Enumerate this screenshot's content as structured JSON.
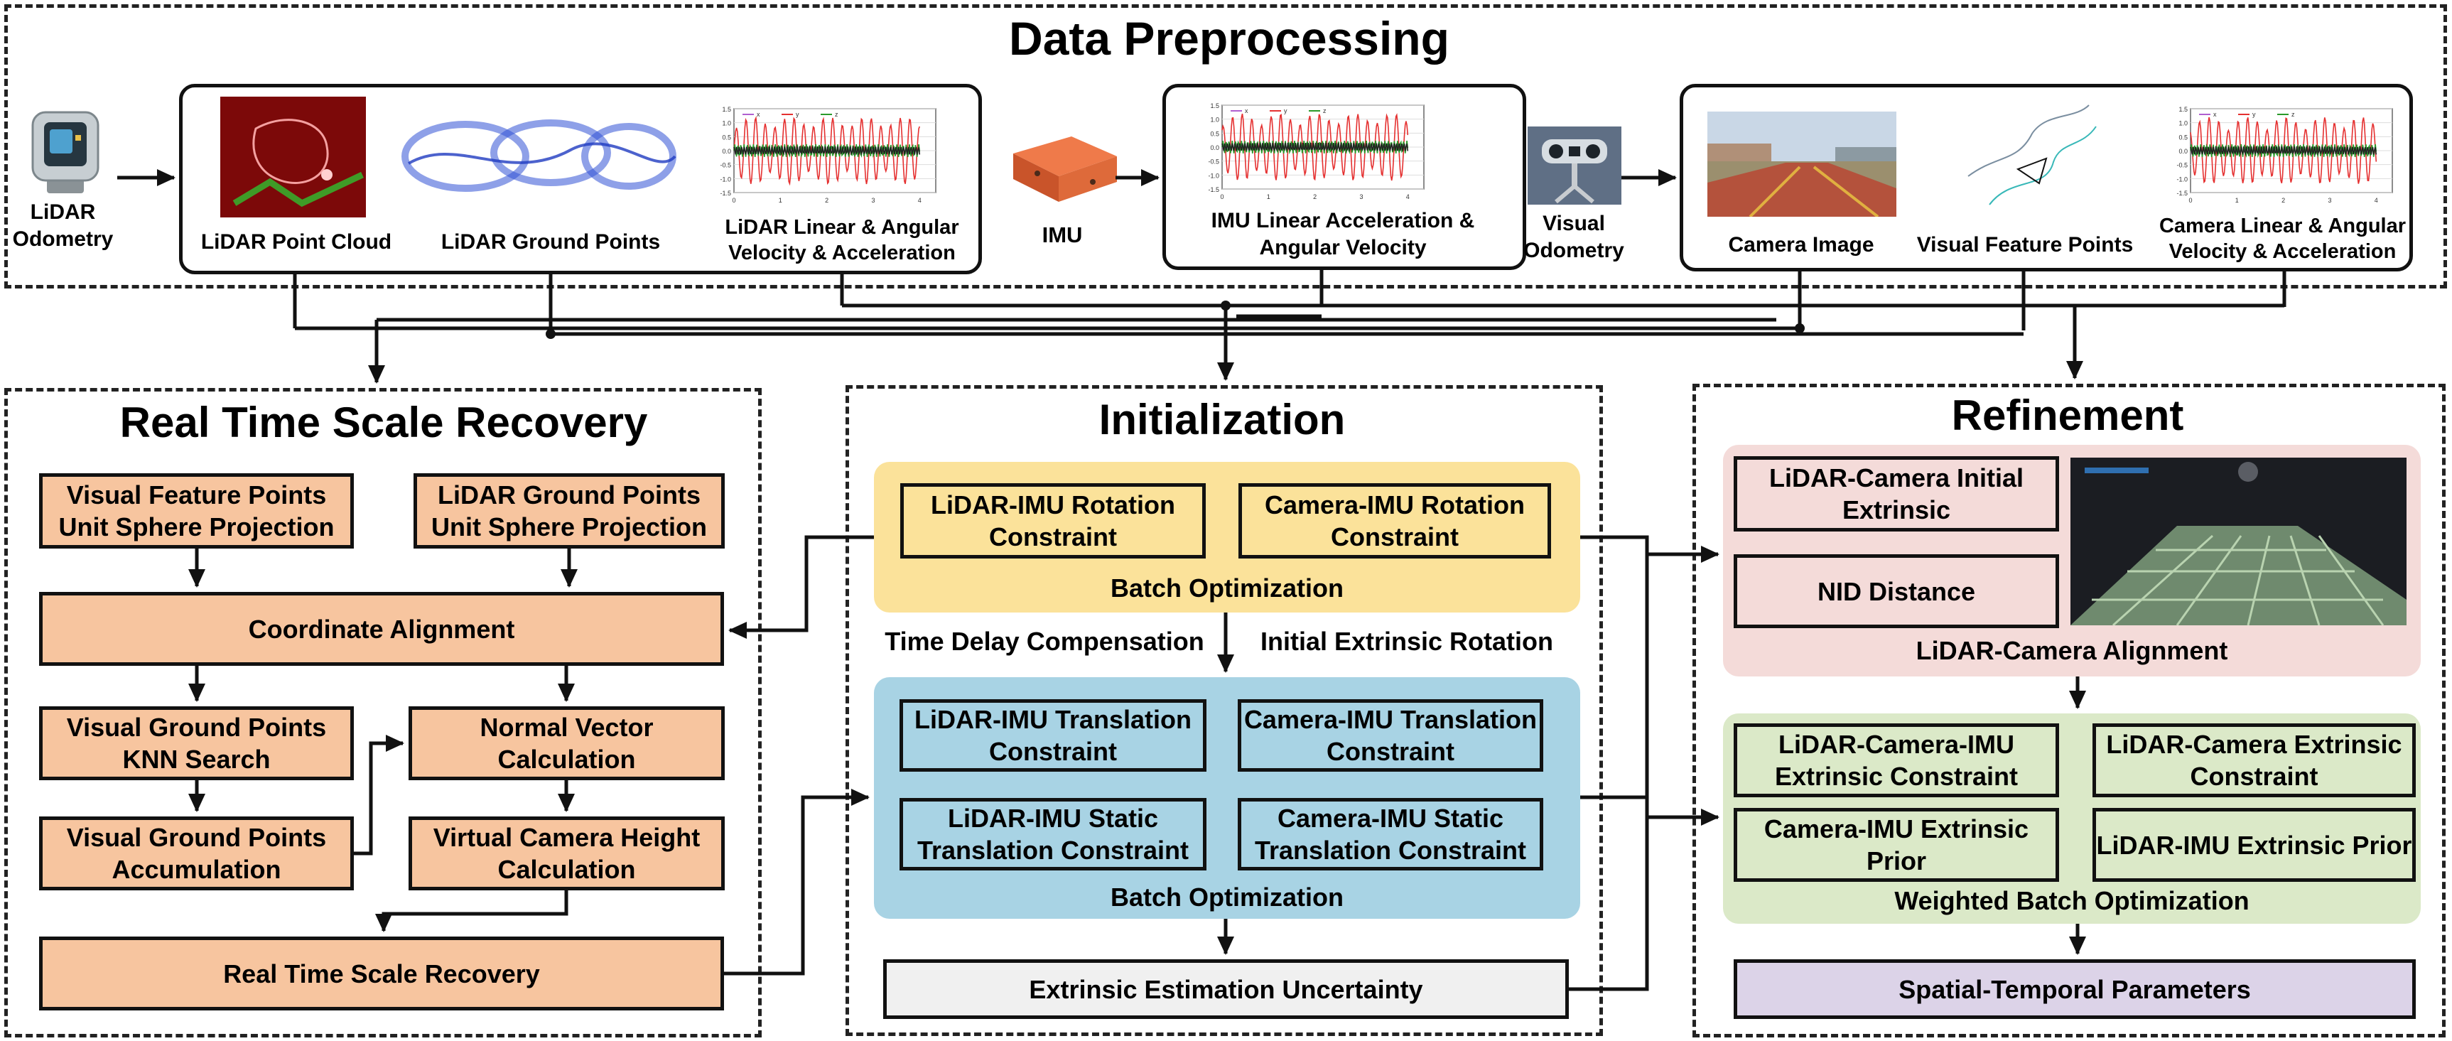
{
  "preprocessing": {
    "title": "Data Preprocessing",
    "lidar_odometry": "LiDAR Odometry",
    "lidar_point_cloud": "LiDAR Point Cloud",
    "lidar_ground_points": "LiDAR Ground Points",
    "lidar_velocity": "LiDAR Linear & Angular Velocity & Acceleration",
    "imu": "IMU",
    "imu_velocity": "IMU Linear Acceleration & Angular Velocity",
    "visual_odometry": "Visual Odometry",
    "camera_image": "Camera Image",
    "visual_feature_points": "Visual Feature Points",
    "camera_velocity": "Camera Linear & Angular Velocity & Acceleration"
  },
  "scale_recovery": {
    "title": "Real Time Scale Recovery",
    "visual_sphere": "Visual Feature Points Unit Sphere Projection",
    "lidar_sphere": "LiDAR Ground Points Unit Sphere Projection",
    "coordinate_alignment": "Coordinate Alignment",
    "knn": "Visual Ground Points KNN Search",
    "normal": "Normal Vector Calculation",
    "accumulation": "Visual Ground Points Accumulation",
    "virtual_height": "Virtual Camera Height Calculation",
    "real_time_scale": "Real Time Scale Recovery"
  },
  "initialization": {
    "title": "Initialization",
    "lidar_imu_rot": "LiDAR-IMU Rotation Constraint",
    "camera_imu_rot": "Camera-IMU Rotation Constraint",
    "batch_opt_1": "Batch Optimization",
    "time_delay": "Time Delay Compensation",
    "initial_rotation": "Initial Extrinsic Rotation",
    "lidar_imu_trans": "LiDAR-IMU Translation Constraint",
    "camera_imu_trans": "Camera-IMU Translation Constraint",
    "lidar_imu_static": "LiDAR-IMU Static Translation Constraint",
    "camera_imu_static": "Camera-IMU Static Translation Constraint",
    "batch_opt_2": "Batch Optimization",
    "uncertainty": "Extrinsic Estimation Uncertainty"
  },
  "refinement": {
    "title": "Refinement",
    "initial_extrinsic": "LiDAR-Camera Initial Extrinsic",
    "nid": "NID Distance",
    "alignment": "LiDAR-Camera Alignment",
    "lci_constraint": "LiDAR-Camera-IMU Extrinsic Constraint",
    "lc_constraint": "LiDAR-Camera Extrinsic Constraint",
    "ci_prior": "Camera-IMU Extrinsic Prior",
    "li_prior": "LiDAR-IMU Extrinsic Prior",
    "weighted_batch": "Weighted Batch Optimization",
    "spatial_temporal": "Spatial-Temporal Parameters"
  },
  "plots": {
    "legend": [
      "x",
      "y",
      "z"
    ],
    "x_ticks": [
      "0",
      "1",
      "2",
      "3",
      "4"
    ],
    "y_ticks": [
      "1.5",
      "1.0",
      "0.5",
      "0.0",
      "-0.5",
      "-1.0",
      "-1.5"
    ],
    "colors": {
      "x": "#b05fd0",
      "y": "#e53030",
      "z": "#2a9a2a"
    }
  },
  "colors": {
    "orange": "#f7c59f",
    "yellow": "#fbe29a",
    "blue": "#a8d3e4",
    "pink": "#f4dbd9",
    "green": "#dbe9c8",
    "purple": "#dcd3e8",
    "gray": "#f0f0f0"
  }
}
